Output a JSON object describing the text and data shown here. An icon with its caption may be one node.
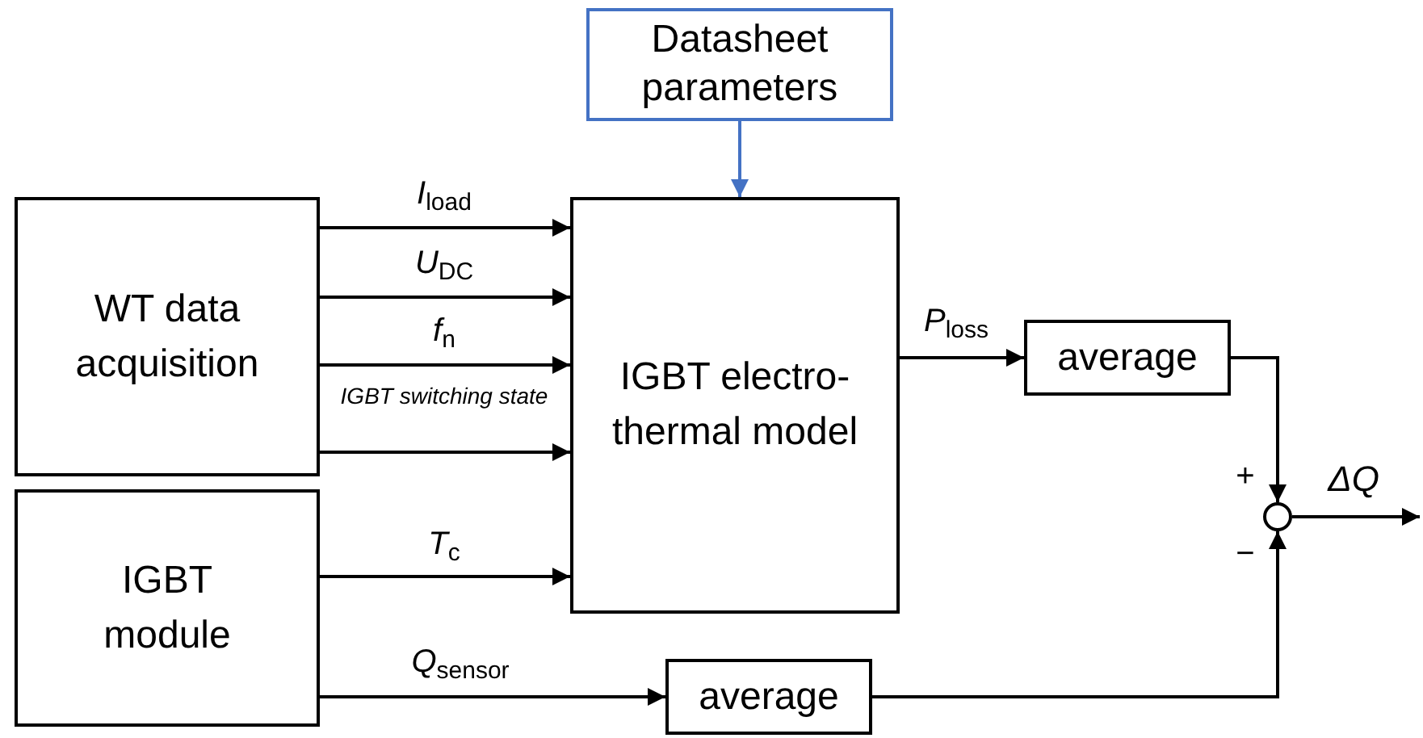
{
  "diagram": {
    "nodes": [
      {
        "text": [
          "Datasheet parameters"
        ]
      },
      {
        "text": [
          "WT data acquisition"
        ]
      },
      {
        "text": [
          "IGBT module"
        ]
      },
      {
        "text": [
          "IGBT electro-thermal model"
        ]
      },
      {
        "text": [
          "average"
        ]
      },
      {
        "text": [
          "average"
        ]
      },
      {
        "text": [],
        "shape": "circle"
      }
    ],
    "edges": [
      {
        "from": 0,
        "to": 3,
        "arrow": "to",
        "color": "#4472c4"
      },
      {
        "from": 1,
        "to": 3,
        "arrow": "to",
        "label": "*I*$_{load}$"
      },
      {
        "from": 1,
        "to": 3,
        "arrow": "to",
        "label": "*U*$_{DC}$"
      },
      {
        "from": 1,
        "to": 3,
        "arrow": "to",
        "label": "*f*$_{n}$"
      },
      {
        "from": 1,
        "to": 3,
        "arrow": "to",
        "label": "IGBT switching state"
      },
      {
        "from": 2,
        "to": 3,
        "arrow": "to",
        "label": "*T*$_{c}$"
      },
      {
        "from": 3,
        "to": 4,
        "arrow": "to",
        "label": "*P*$_{loss}$"
      },
      {
        "from": 2,
        "to": 5,
        "arrow": "to",
        "label": "*Q*$_{sensor}$"
      },
      {
        "from": 4,
        "to": 6,
        "arrow": "to"
      },
      {
        "from": 5,
        "to": 6,
        "arrow": "to"
      },
      {
        "from": 6,
        "to": null,
        "arrow": "to",
        "label": "ΔQ"
      }
    ],
    "labels": [
      "+",
      "−"
    ]
  }
}
